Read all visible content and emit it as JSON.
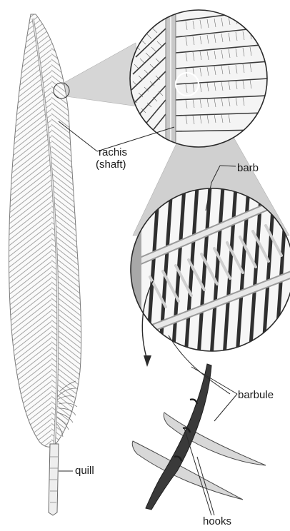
{
  "labels": {
    "rachis": "rachis",
    "shaft": "(shaft)",
    "barb": "barb",
    "barbule": "barbule",
    "quill": "quill",
    "hooks": "hooks"
  },
  "colors": {
    "outline": "#2a2a2a",
    "light_gray": "#d9d9d9",
    "mid_gray": "#b8b8b8",
    "dark": "#3a3a3a",
    "background": "#ffffff"
  }
}
